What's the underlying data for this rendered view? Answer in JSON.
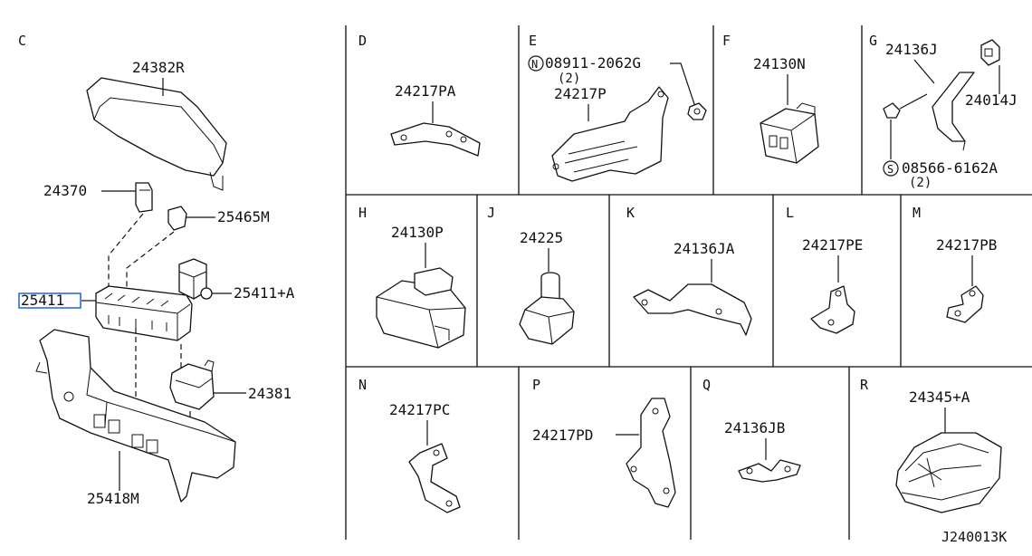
{
  "diagram_id": "J240013K",
  "sections": {
    "C": {
      "label": "C",
      "parts": [
        "24382R",
        "24370",
        "25465M",
        "25411",
        "25411+A",
        "24381",
        "25418M"
      ],
      "selected_part": "25411"
    },
    "D": {
      "label": "D",
      "part": "24217PA"
    },
    "E": {
      "label": "E",
      "part": "24217P",
      "nut_symbol": "N",
      "nut_part": "08911-2062G",
      "nut_qty": "(2)"
    },
    "F": {
      "label": "F",
      "part": "24130N"
    },
    "G": {
      "label": "G",
      "parts": [
        "24136J",
        "24014J"
      ],
      "screw_symbol": "S",
      "screw_part": "08566-6162A",
      "screw_qty": "(2)"
    },
    "H": {
      "label": "H",
      "part": "24130P"
    },
    "J": {
      "label": "J",
      "part": "24225"
    },
    "K": {
      "label": "K",
      "part": "24136JA"
    },
    "L": {
      "label": "L",
      "part": "24217PE"
    },
    "M": {
      "label": "M",
      "part": "24217PB"
    },
    "N": {
      "label": "N",
      "part": "24217PC"
    },
    "P": {
      "label": "P",
      "part": "24217PD"
    },
    "Q": {
      "label": "Q",
      "part": "24136JB"
    },
    "R": {
      "label": "R",
      "part": "24345+A"
    }
  }
}
